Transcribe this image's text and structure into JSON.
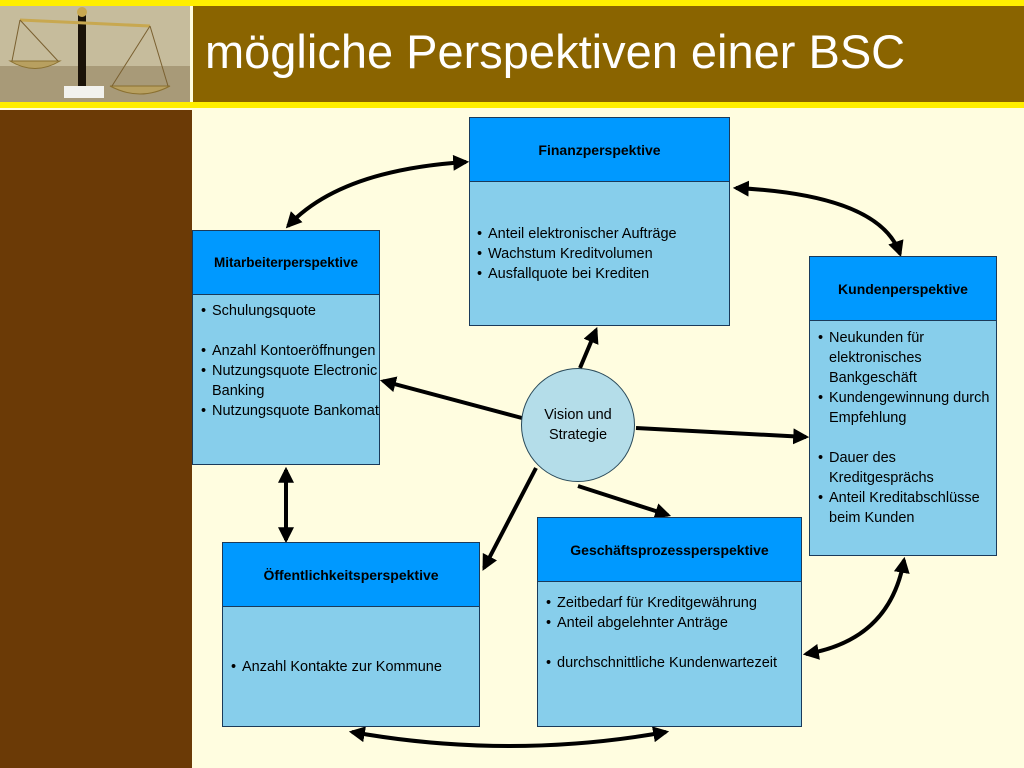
{
  "slide": {
    "title": "mögliche Perspektiven einer BSC",
    "colors": {
      "header": "#8a6400",
      "stripe": "#ffee00",
      "sidebar": "#6b3a06",
      "background": "#fffde0",
      "box_header": "#0099ff",
      "box_body": "#87ceeb"
    }
  },
  "center": {
    "label": "Vision und Strategie"
  },
  "boxes": {
    "finanz": {
      "title": "Finanzperspektive",
      "items": [
        "Anteil elektronischer Aufträge",
        "Wachstum Kreditvolumen",
        "Ausfallquote bei Krediten"
      ]
    },
    "mitarbeiter": {
      "title": "Mitarbeiterperspektive",
      "items": [
        "Schulungsquote",
        "Anzahl Kontoeröffnungen",
        "Nutzungsquote Electronic Banking",
        "Nutzungsquote Bankomat"
      ]
    },
    "kunden": {
      "title": "Kundenperspektive",
      "items": [
        "Neukunden für elektronisches Bankgeschäft",
        "Kundengewinnung durch Empfehlung",
        "Dauer des Kreditgesprächs",
        "Anteil Kreditabschlüsse beim Kunden"
      ]
    },
    "oeffentlichkeit": {
      "title": "Öffentlichkeitsperspektive",
      "items": [
        "Anzahl Kontakte zur Kommune"
      ]
    },
    "geschaeft": {
      "title": "Geschäftsprozessperspektive",
      "items": [
        "Zeitbedarf für Kreditgewährung",
        "Anteil abgelehnter Anträge",
        "durchschnittliche Kundenwartezeit"
      ]
    }
  }
}
